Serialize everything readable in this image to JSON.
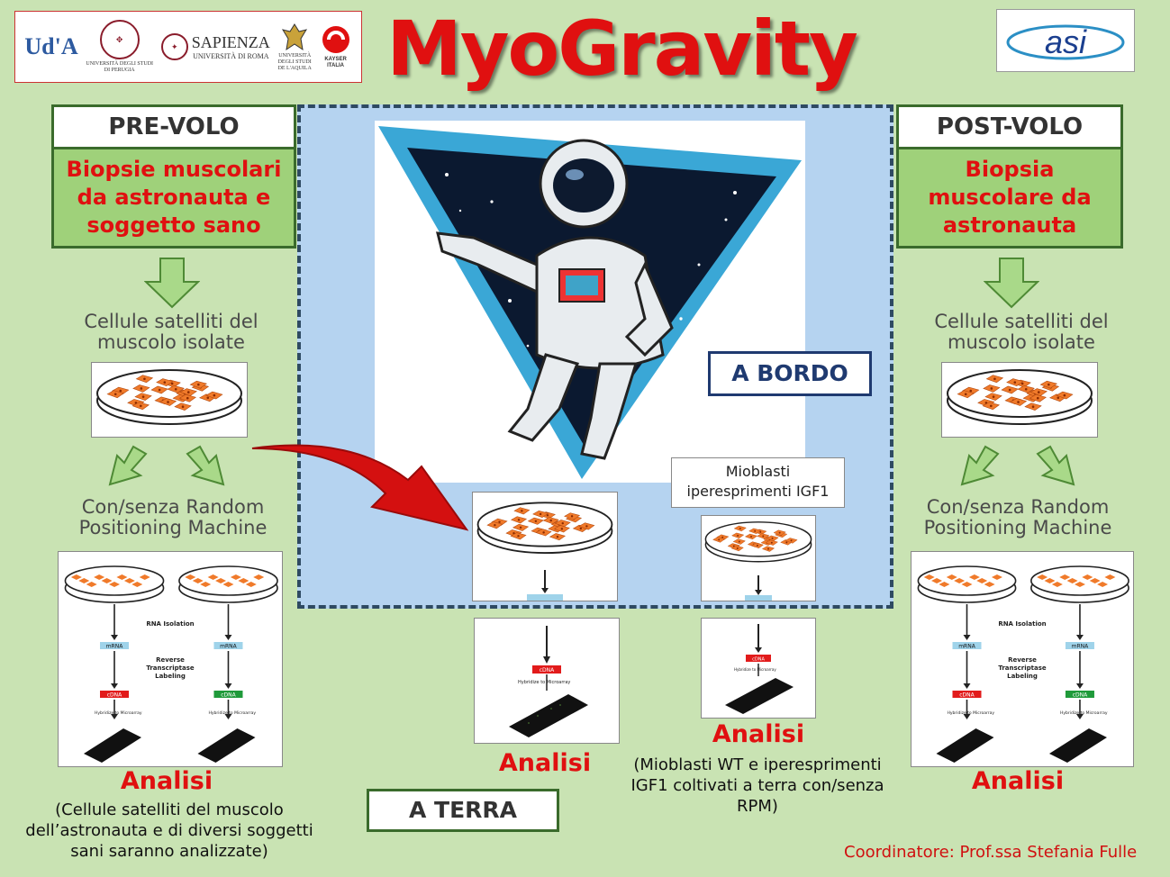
{
  "title": "MyoGravity",
  "logos": {
    "uda": "Ud'A",
    "perugia": "UNIVERSITÀ DEGLI STUDI\nDI PERUGIA",
    "sapienza": "SAPIENZA",
    "sapienza_sub": "UNIVERSITÀ DI ROMA",
    "aquila": "UNIVERSITÀ\nDEGLI STUDI\nDE L'AQUILA",
    "kayser": "KAYSER\nITALIA",
    "asi": "asi"
  },
  "pre": {
    "header": "PRE-VOLO",
    "biopsy": "Biopsie muscolari da astronauta e soggetto sano",
    "cells": "Cellule satelliti del muscolo isolate",
    "rpm": "Con/senza Random Positioning Machine",
    "analisi": "Analisi",
    "note": "(Cellule satelliti del muscolo dell’astronauta e di diversi soggetti sani saranno analizzate)"
  },
  "post": {
    "header": "POST-VOLO",
    "biopsy": "Biopsia muscolare da astronauta",
    "cells": "Cellule satelliti del muscolo isolate",
    "rpm": "Con/senza Random Positioning Machine",
    "analisi": "Analisi"
  },
  "center": {
    "a_bordo": "A BORDO",
    "mioblasti": "Mioblasti iperesprimenti  IGF1",
    "analisi1": "Analisi",
    "analisi2": "Analisi",
    "note2": "(Mioblasti WT e iperesprimenti IGF1 coltivati a terra con/senza RPM)",
    "a_terra": "A TERRA"
  },
  "workflow": {
    "rna": "RNA Isolation",
    "mrna": "mRNA",
    "rt": "Reverse Transcriptase Labeling",
    "cdna": "cDNA",
    "hyb": "Hybridize to Microarray"
  },
  "coordinator": "Coordinatore: Prof.ssa Stefania Fulle",
  "colors": {
    "background": "#c9e3b3",
    "accent": "#e01010",
    "green_border": "#3a6b2c",
    "onboard_bg": "#b5d3f0"
  }
}
